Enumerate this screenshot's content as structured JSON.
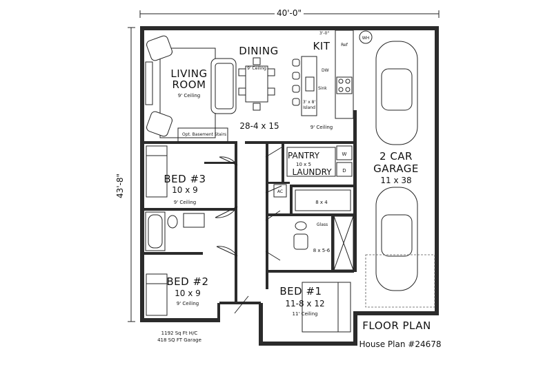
{
  "dimensions": {
    "overall_width": "40'-0\"",
    "overall_depth": "43'-8\"",
    "kitchen_small": "3'-0\""
  },
  "rooms": {
    "living": {
      "name_line1": "LIVING",
      "name_line2": "ROOM",
      "ceiling": "9' Ceiling"
    },
    "dining": {
      "name": "DINING",
      "ceiling": "9' Ceiling",
      "size": "28-4 x 15"
    },
    "kitchen": {
      "name": "KIT",
      "dw": "DW",
      "sink": "Sink",
      "island_line1": "3' x 8'",
      "island_line2": "Island",
      "ref": "Ref",
      "wh": "WH",
      "ceiling": "9' Ceiling"
    },
    "basement_note": "Opt. Basement Stairs",
    "pantry": {
      "name": "PANTRY",
      "size": "10 x 5"
    },
    "laundry": {
      "name": "LAUNDRY",
      "w": "W",
      "d": "D"
    },
    "ac": "AC",
    "closet": {
      "size": "8 x 4"
    },
    "glass": "Glass",
    "master_bath": {
      "size": "8 x 5-6"
    },
    "bed3": {
      "name": "BED #3",
      "size": "10 x 9",
      "ceiling": "9' Ceiling"
    },
    "bed2": {
      "name": "BED #2",
      "size": "10 x 9",
      "ceiling": "9' Ceiling"
    },
    "bed1": {
      "name": "BED #1",
      "size": "11-8 x 12",
      "ceiling": "11' Ceiling"
    },
    "garage": {
      "name_line1": "2 CAR",
      "name_line2": "GARAGE",
      "size": "11 x 38"
    }
  },
  "footer": {
    "sqft_hc": "1192 Sq Ft H/C",
    "sqft_garage": "418 SQ FT Garage",
    "title": "FLOOR PLAN",
    "plan_number": "House Plan #24678"
  }
}
